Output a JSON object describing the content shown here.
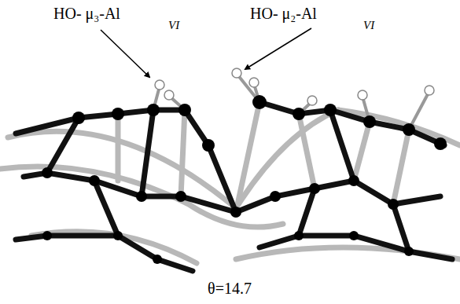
{
  "diagram": {
    "labels": [
      "HO- μ₃-Al",
      "VI",
      "HO- μ₂-Al",
      "VI",
      "θ=14.7"
    ]
  }
}
